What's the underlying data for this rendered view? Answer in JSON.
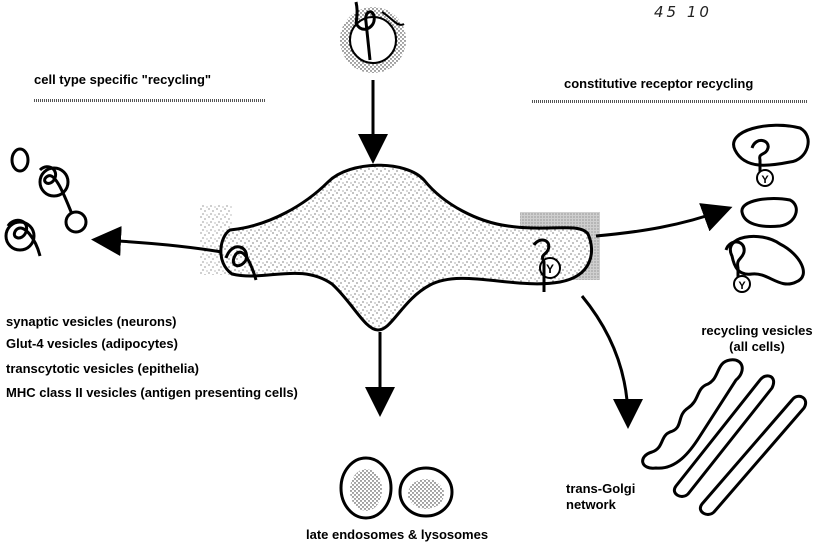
{
  "corner_note": "45 10",
  "left_header": "cell type specific \"recycling\"",
  "right_header": "constitutive receptor recycling",
  "left_list": [
    "synaptic vesicles (neurons)",
    "Glut-4 vesicles (adipocytes)",
    "transcytotic vesicles (epithelia)",
    "MHC class II vesicles (antigen presenting cells)"
  ],
  "recycling_label": [
    "recycling vesicles",
    "(all cells)"
  ],
  "golgi_label": [
    "trans-Golgi",
    "network"
  ],
  "lysosome_label": "late endosomes & lysosomes",
  "receptor_marker": "Y"
}
